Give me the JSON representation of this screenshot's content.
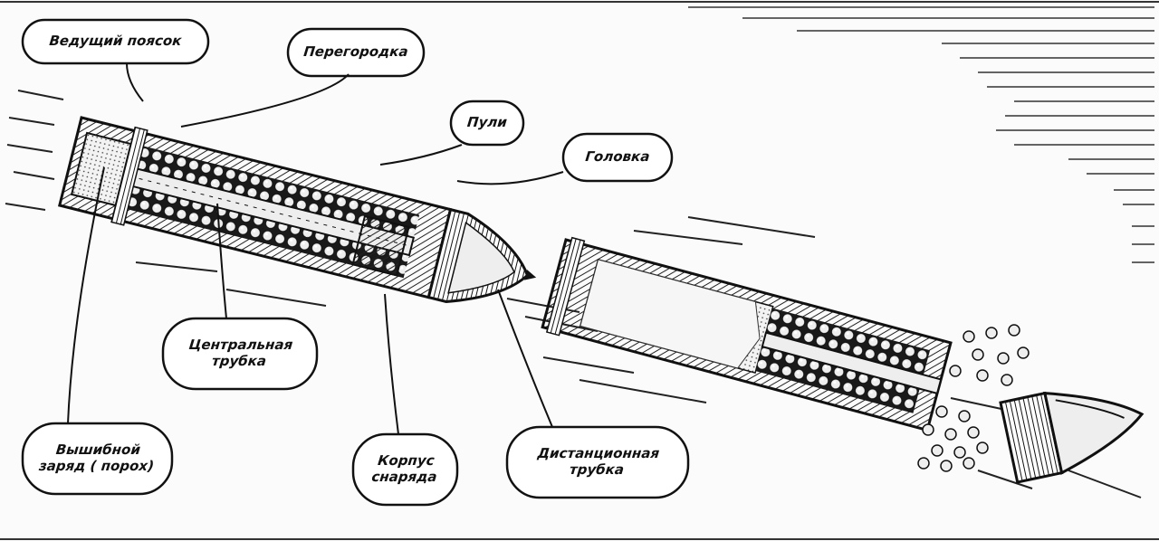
{
  "figure": {
    "subject": "Shrapnel artillery shell: cross-section and burst",
    "colors": {
      "ink": "#111111",
      "paper": "#fbfbfb",
      "hatch": "#2a2a2a"
    }
  },
  "labels": {
    "driving_band": "Ведущий поясок",
    "partition": "Перегородка",
    "bullets": "Пули",
    "head": "Головка",
    "central_tube": [
      "Центральная",
      "трубка"
    ],
    "ejection_charge": [
      "Вышибной",
      "заряд ( порох)"
    ],
    "shell_body": [
      "Корпус",
      "снаряда"
    ],
    "time_fuze": [
      "Дистанционная",
      "трубка"
    ]
  }
}
